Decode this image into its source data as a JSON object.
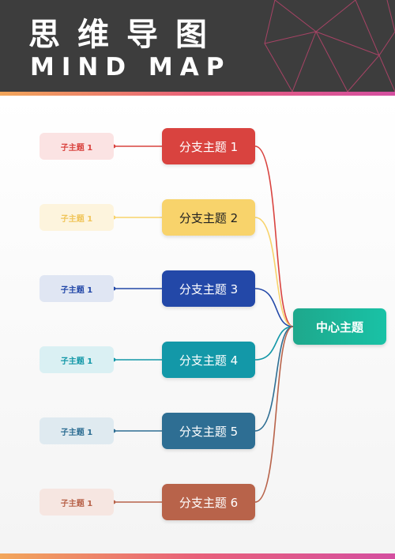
{
  "header": {
    "title_cn": "思维导图",
    "title_en": "MIND MAP"
  },
  "center": {
    "label": "中心主题",
    "color": "#1ea88c"
  },
  "branches": [
    {
      "label": "分支主题 1",
      "color": "#d9433f",
      "sub": {
        "label": "子主题 1",
        "bg": "#fbe3e3",
        "text": "#d9433f"
      }
    },
    {
      "label": "分支主题 2",
      "color": "#f8d36b",
      "text": "#222222",
      "sub": {
        "label": "子主题 1",
        "bg": "#fdf4dd",
        "text": "#f0c55a"
      }
    },
    {
      "label": "分支主题 3",
      "color": "#2348a8",
      "sub": {
        "label": "子主题 1",
        "bg": "#e0e6f3",
        "text": "#2348a8"
      }
    },
    {
      "label": "分支主题 4",
      "color": "#1398a8",
      "sub": {
        "label": "子主题 1",
        "bg": "#daf0f3",
        "text": "#1398a8"
      }
    },
    {
      "label": "分支主题 5",
      "color": "#2e6e93",
      "sub": {
        "label": "子主题 1",
        "bg": "#dfeaf0",
        "text": "#2e6e93"
      }
    },
    {
      "label": "分支主题 6",
      "color": "#b8634a",
      "sub": {
        "label": "子主题 1",
        "bg": "#f6e6e1",
        "text": "#b8634a"
      }
    }
  ],
  "accent_gradient": [
    "#f2a65a",
    "#e8607a",
    "#d44fa0"
  ]
}
